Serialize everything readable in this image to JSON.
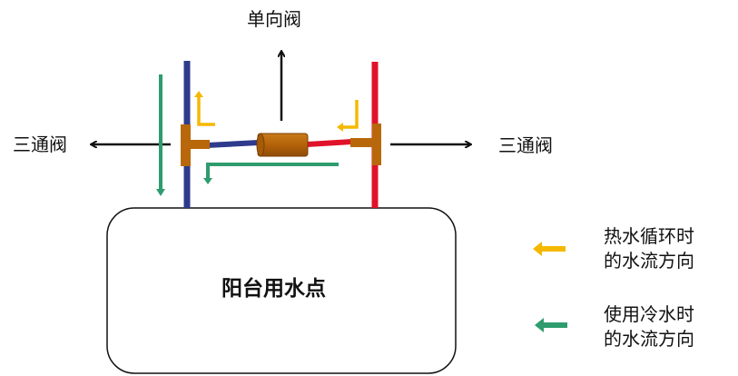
{
  "labels": {
    "check_valve": "单向阀",
    "three_way_left": "三通阀",
    "three_way_right": "三通阀",
    "water_point": "阳台用水点"
  },
  "legend": [
    {
      "line1": "热水循环时",
      "line2": "的水流方向",
      "color": "#f5b800"
    },
    {
      "line1": "使用冷水时",
      "line2": "的水流方向",
      "color": "#2e9c6e"
    }
  ],
  "colors": {
    "cold_pipe": "#2e3a8c",
    "hot_pipe": "#e0122a",
    "fitting": "#b8680a",
    "hot_flow": "#f5b800",
    "cold_flow": "#2e9c6e",
    "outline": "#111111"
  }
}
